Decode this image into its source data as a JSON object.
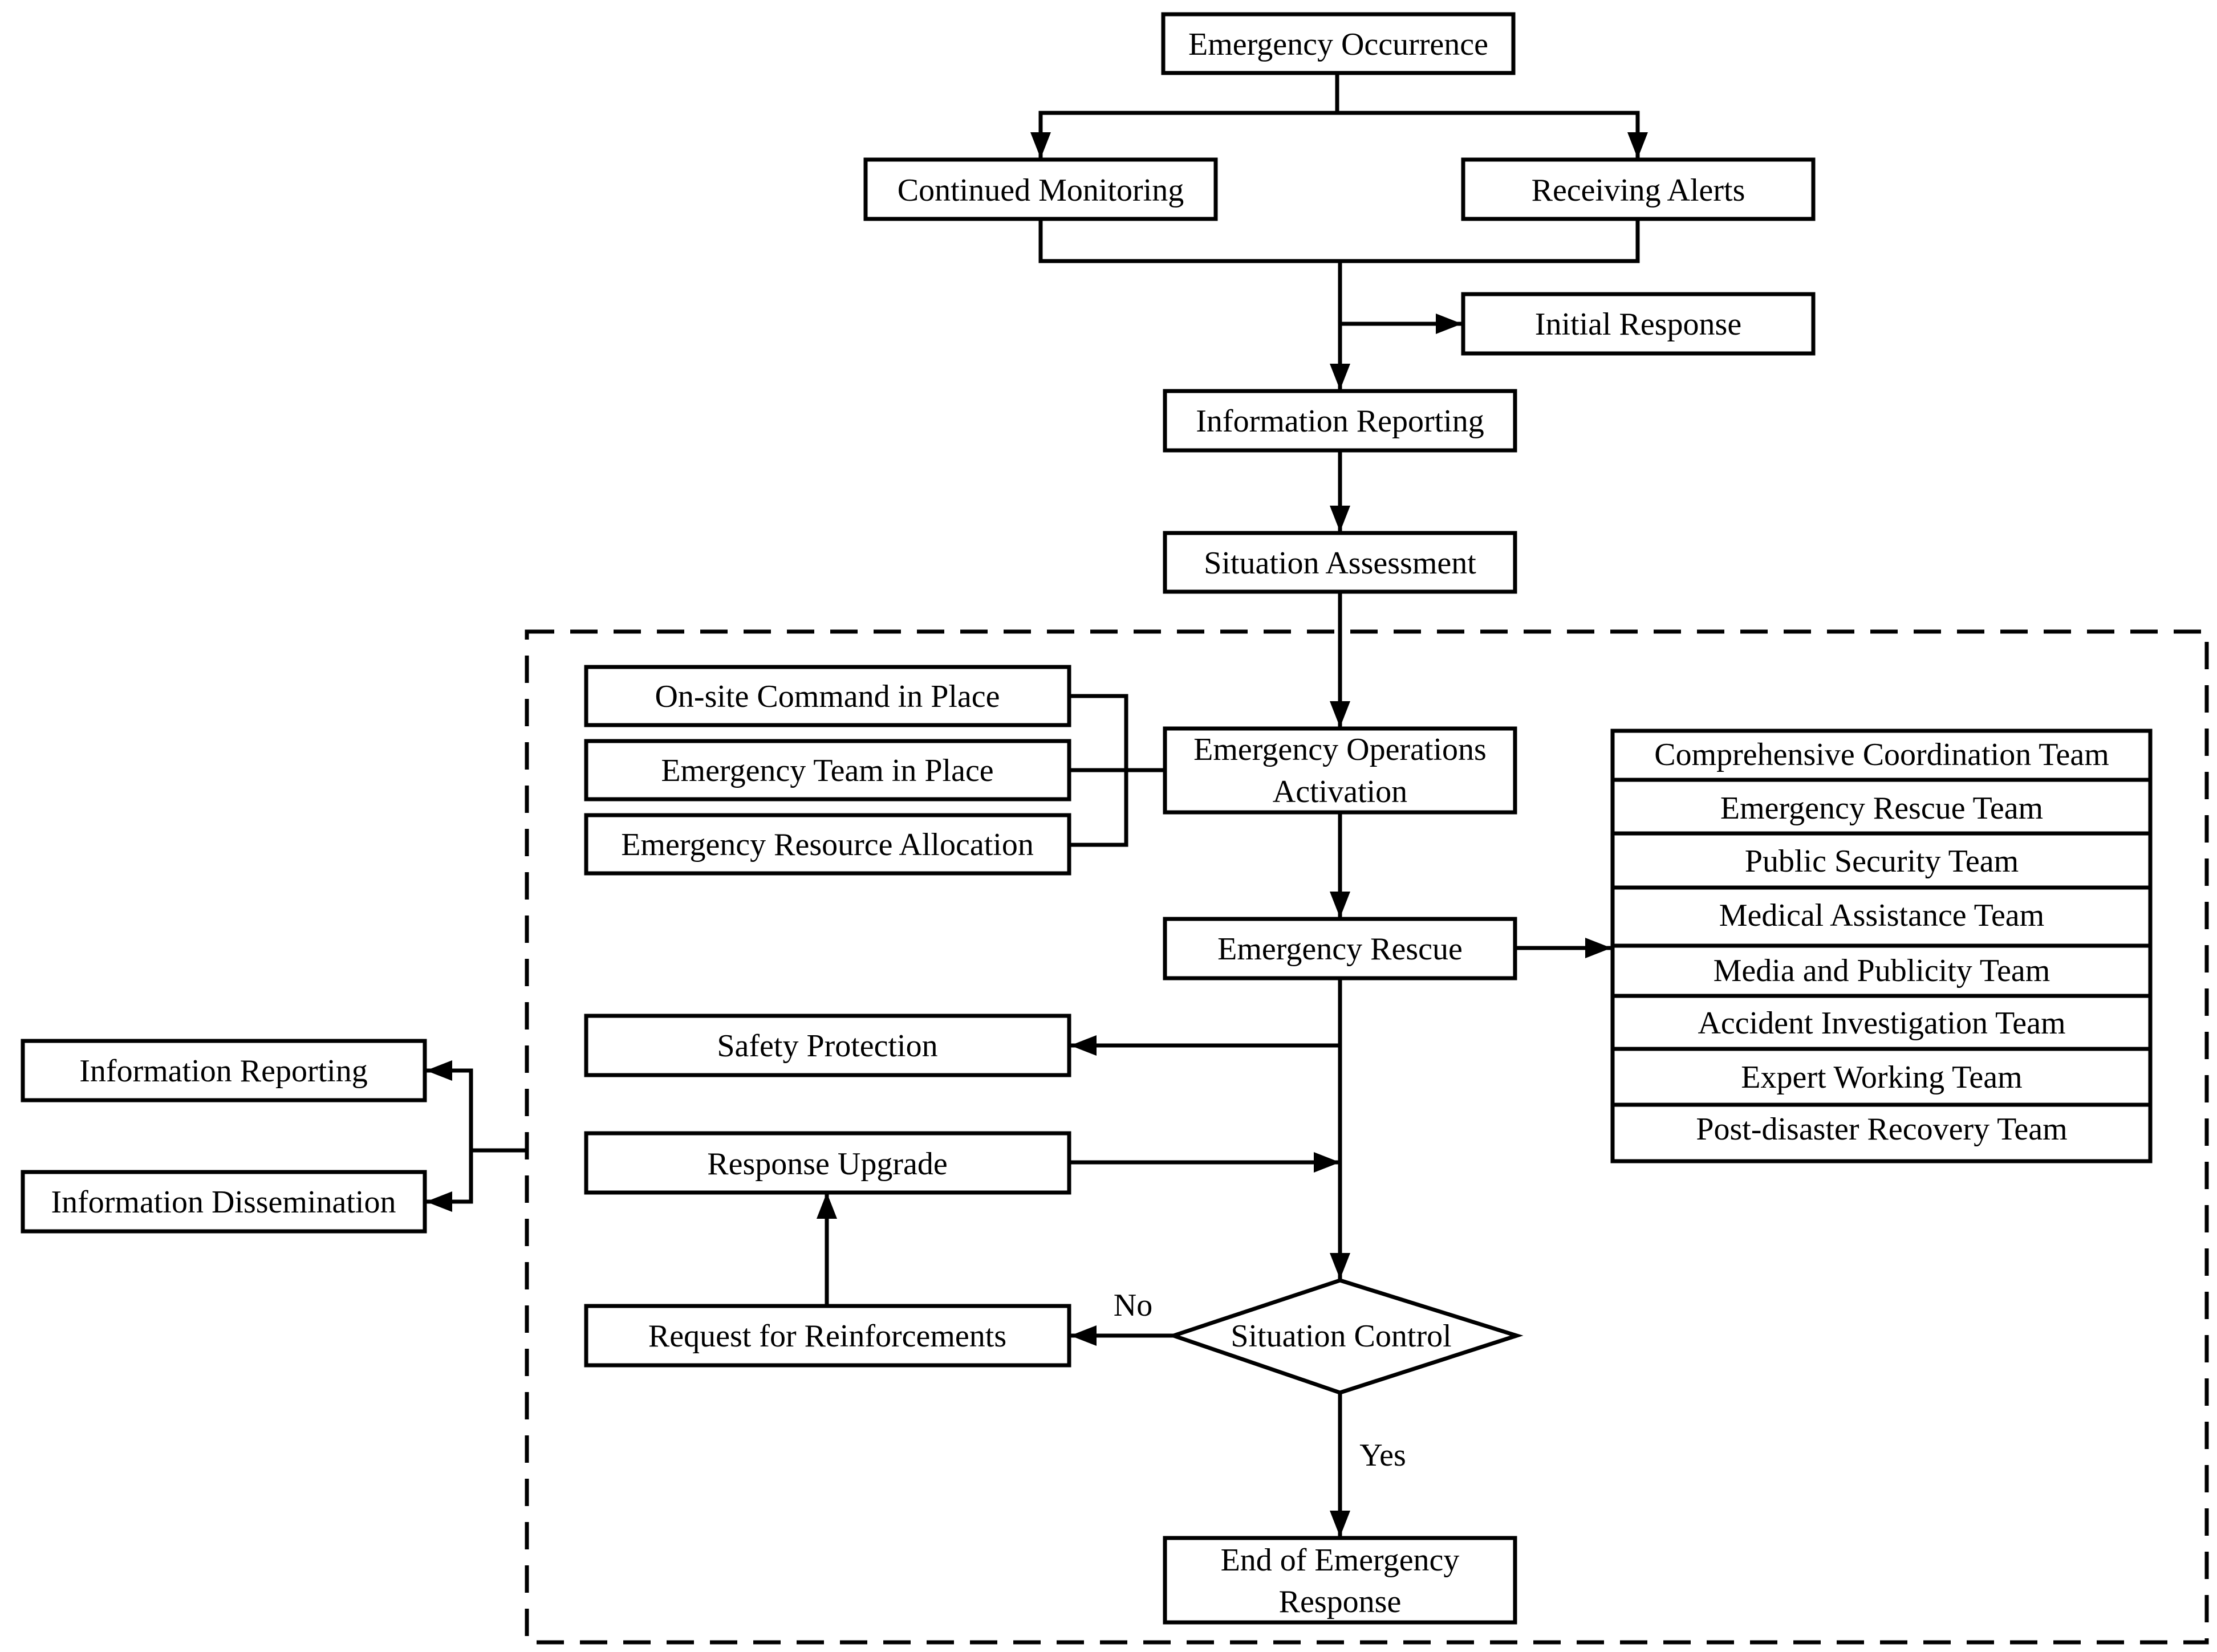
{
  "nodes": {
    "emergency_occurrence": "Emergency Occurrence",
    "continued_monitoring": "Continued Monitoring",
    "receiving_alerts": "Receiving Alerts",
    "initial_response": "Initial Response",
    "information_reporting_main": "Information Reporting",
    "situation_assessment": "Situation Assessment",
    "onsite_command": "On-site Command in Place",
    "emergency_team_in_place": "Emergency Team in Place",
    "emergency_resource_allocation": "Emergency Resource Allocation",
    "eoa_line1": "Emergency Operations",
    "eoa_line2": "Activation",
    "emergency_rescue": "Emergency Rescue",
    "safety_protection": "Safety Protection",
    "response_upgrade": "Response Upgrade",
    "request_reinforcements": "Request for Reinforcements",
    "situation_control": "Situation Control",
    "end_line1": "End of Emergency",
    "end_line2": "Response",
    "information_reporting_side": "Information Reporting",
    "information_dissemination": "Information Dissemination"
  },
  "teams": [
    "Comprehensive Coordination Team",
    "Emergency Rescue Team",
    "Public Security Team",
    "Medical Assistance Team",
    "Media and Publicity Team",
    "Accident Investigation Team",
    "Expert Working Team",
    "Post-disaster Recovery Team"
  ],
  "edge_labels": {
    "no": "No",
    "yes": "Yes"
  }
}
